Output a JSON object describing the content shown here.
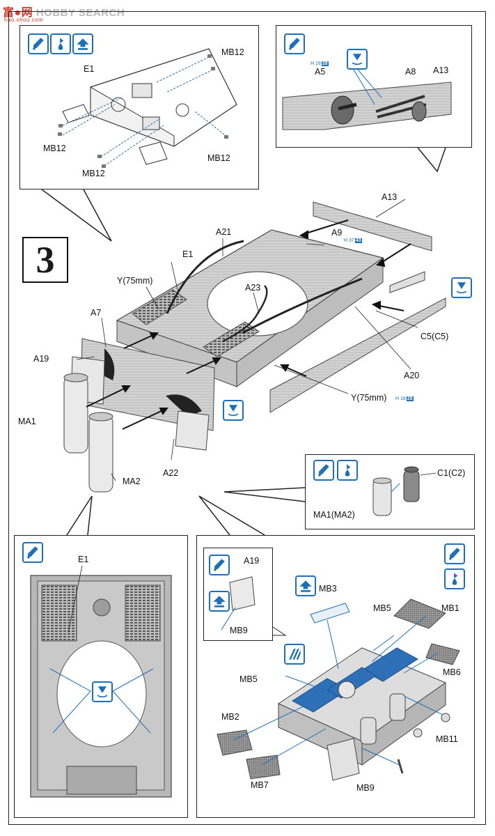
{
  "watermark": {
    "brand": "HOBBY SEARCH",
    "cn": "富●网",
    "sub": "hao.shou.com"
  },
  "step": {
    "number": "3"
  },
  "labels": {
    "mb12_a": "MB12",
    "e1_top": "E1",
    "mb12_b": "MB12",
    "mb12_c": "MB12",
    "mb12_d": "MB12",
    "a5": "A5",
    "a8": "A8",
    "a13_inset": "A13",
    "a13_main": "A13",
    "a21": "A21",
    "a9": "A9",
    "e1_main": "E1",
    "y75_a": "Y(75mm)",
    "a23": "A23",
    "a7": "A7",
    "c5": "C5(C5)",
    "a19_main": "A19",
    "a20": "A20",
    "y75_b": "Y(75mm)",
    "ma1": "MA1",
    "ma2": "MA2",
    "a22": "A22",
    "c1": "C1(C2)",
    "ma1ma2": "MA1(MA2)",
    "e1_bottom": "E1",
    "a19_inset": "A19",
    "mb9_inset": "MB9",
    "mb3": "MB3",
    "mb5_a": "MB5",
    "mb1": "MB1",
    "mb6": "MB6",
    "mb5_b": "MB5",
    "mb2": "MB2",
    "mb11": "MB11",
    "mb7": "MB7",
    "mb9": "MB9"
  },
  "paint_codes": {
    "h18_a": {
      "prefix": "H",
      "n1": "18",
      "n2": "28"
    },
    "h37": {
      "prefix": "H",
      "n1": "37",
      "n2": "43"
    },
    "h18_b": {
      "prefix": "H",
      "n1": "18",
      "n2": "28"
    }
  },
  "icons": {
    "cement": "cement-icon",
    "glue": "glue-drop-icon",
    "upward": "up-arrow-icon",
    "pe_bend": "photo-etch-icon",
    "drill": "drill-point-icon"
  },
  "colors": {
    "accent": "#1d6fb8",
    "line": "#222222",
    "part": "#cfcfcf"
  }
}
